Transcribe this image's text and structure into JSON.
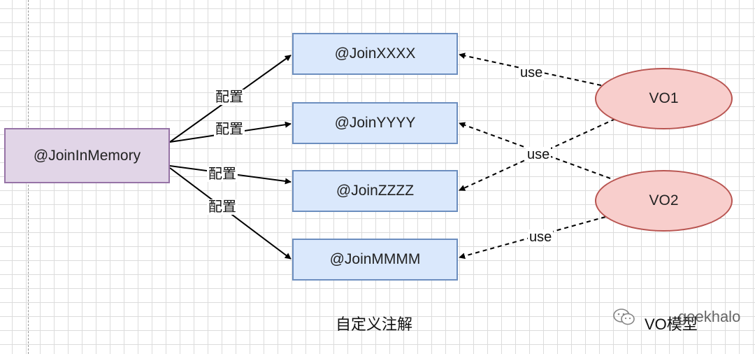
{
  "diagram": {
    "source_node": {
      "label": "@JoinInMemory"
    },
    "annotation_nodes": [
      {
        "label": "@JoinXXXX"
      },
      {
        "label": "@JoinYYYY"
      },
      {
        "label": "@JoinZZZZ"
      },
      {
        "label": "@JoinMMMM"
      }
    ],
    "vo_nodes": [
      {
        "label": "VO1"
      },
      {
        "label": "VO2"
      }
    ],
    "config_edges": [
      {
        "from": "@JoinInMemory",
        "to": "@JoinXXXX",
        "label": "配置"
      },
      {
        "from": "@JoinInMemory",
        "to": "@JoinYYYY",
        "label": "配置"
      },
      {
        "from": "@JoinInMemory",
        "to": "@JoinZZZZ",
        "label": "配置"
      },
      {
        "from": "@JoinInMemory",
        "to": "@JoinMMMM",
        "label": "配置"
      }
    ],
    "use_edges": [
      {
        "from": "VO1",
        "to": "@JoinXXXX",
        "label": "use"
      },
      {
        "from": "VO1",
        "to": "@JoinZZZZ",
        "label": "use"
      },
      {
        "from": "VO2",
        "to": "@JoinYYYY",
        "label": ""
      },
      {
        "from": "VO2",
        "to": "@JoinMMMM",
        "label": "use"
      }
    ],
    "captions": {
      "annotations": "自定义注解",
      "vo_model": "VO模型"
    },
    "watermark": "geekhalo"
  },
  "colors": {
    "annotation_fill": "#dae8fc",
    "annotation_stroke": "#6c8ebf",
    "source_fill": "#e1d5e7",
    "source_stroke": "#9673a6",
    "vo_fill": "#f8cecc",
    "vo_stroke": "#b85450"
  }
}
